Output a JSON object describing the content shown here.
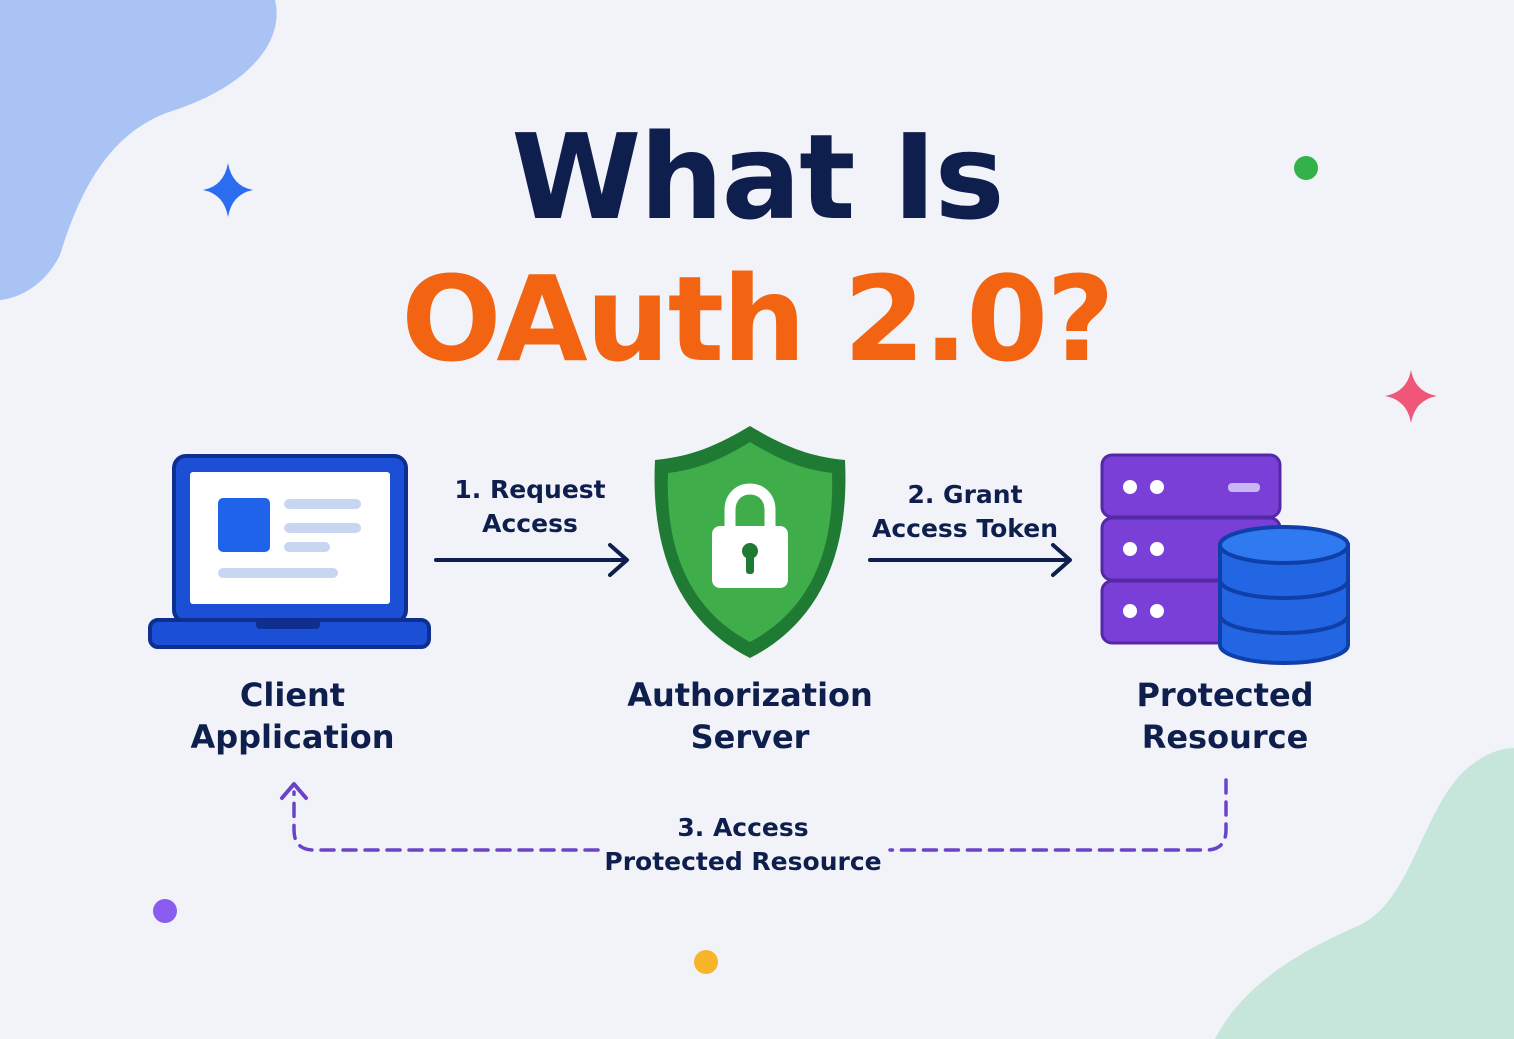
{
  "title": {
    "line1": "What Is",
    "line2": "OAuth 2.0?"
  },
  "nodes": {
    "client": {
      "line1": "Client",
      "line2": "Application",
      "icon": "laptop-icon"
    },
    "server": {
      "line1": "Authorization",
      "line2": "Server",
      "icon": "shield-lock-icon"
    },
    "resource": {
      "line1": "Protected",
      "line2": "Resource",
      "icon": "server-database-icon"
    }
  },
  "steps": {
    "step1": {
      "line1": "1. Request",
      "line2": "Access"
    },
    "step2": {
      "line1": "2. Grant",
      "line2": "Access Token"
    },
    "step3": {
      "line1": "3. Access",
      "line2": "Protected Resource"
    }
  },
  "colors": {
    "navy": "#0f1f4d",
    "orange": "#f26412",
    "laptop_blue": "#1a4fd6",
    "shield_green": "#3fae4a",
    "server_purple": "#7a3fd6",
    "database_blue": "#2266e3",
    "dashed_arrow": "#6a44c8"
  }
}
